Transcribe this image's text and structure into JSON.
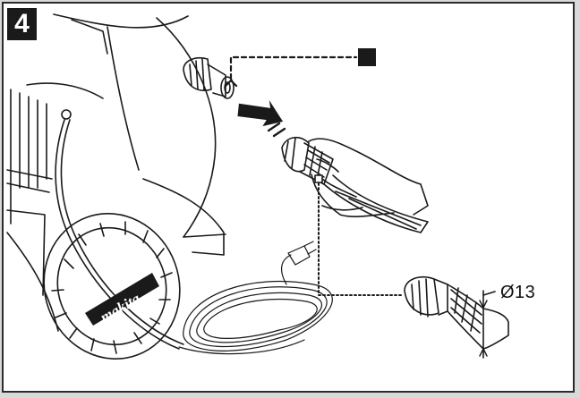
{
  "figure": {
    "step_number": "4",
    "dimension_label": "Ø13",
    "brand_mark": "makita"
  },
  "colors": {
    "line": "#1a1a1a",
    "frame": "#2b2b2b",
    "background": "#ffffff",
    "badge": "#1a1a1a"
  },
  "icons": [
    "step-number-badge",
    "insert-direction-arrow",
    "callout-square-marker"
  ]
}
